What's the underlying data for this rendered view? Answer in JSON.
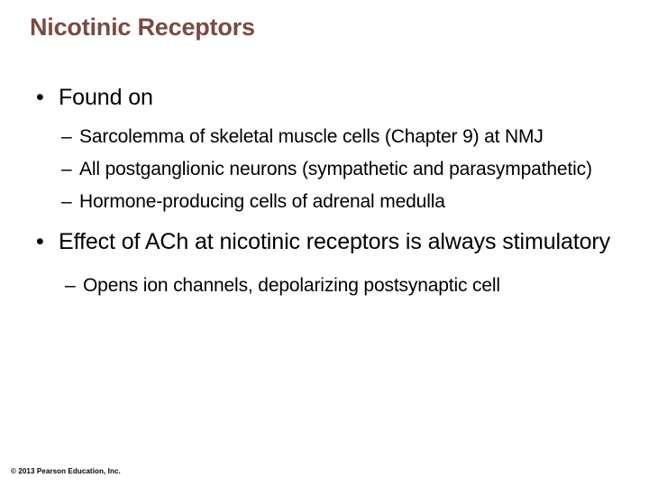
{
  "slide": {
    "title": "Nicotinic Receptors",
    "title_color": "#7a4a42",
    "background_color": "#ffffff",
    "text_color": "#000000",
    "bullet_glyph": "•",
    "dash_glyph": "–",
    "content": [
      {
        "level": 1,
        "marker": "•",
        "text": "Found on"
      },
      {
        "level": 2,
        "marker": "–",
        "text": "Sarcolemma of skeletal muscle cells (Chapter 9) at NMJ"
      },
      {
        "level": 2,
        "marker": "–",
        "text": "All postganglionic neurons (sympathetic and parasympathetic)"
      },
      {
        "level": 2,
        "marker": "–",
        "text": "Hormone-producing cells of adrenal medulla"
      },
      {
        "level": 1,
        "marker": "•",
        "text": "Effect of ACh at nicotinic receptors is always stimulatory"
      },
      {
        "level": 2,
        "marker": "–",
        "text": "Opens ion channels, depolarizing postsynaptic cell"
      }
    ]
  },
  "footer": {
    "copyright": "© 2013 Pearson Education, Inc."
  }
}
